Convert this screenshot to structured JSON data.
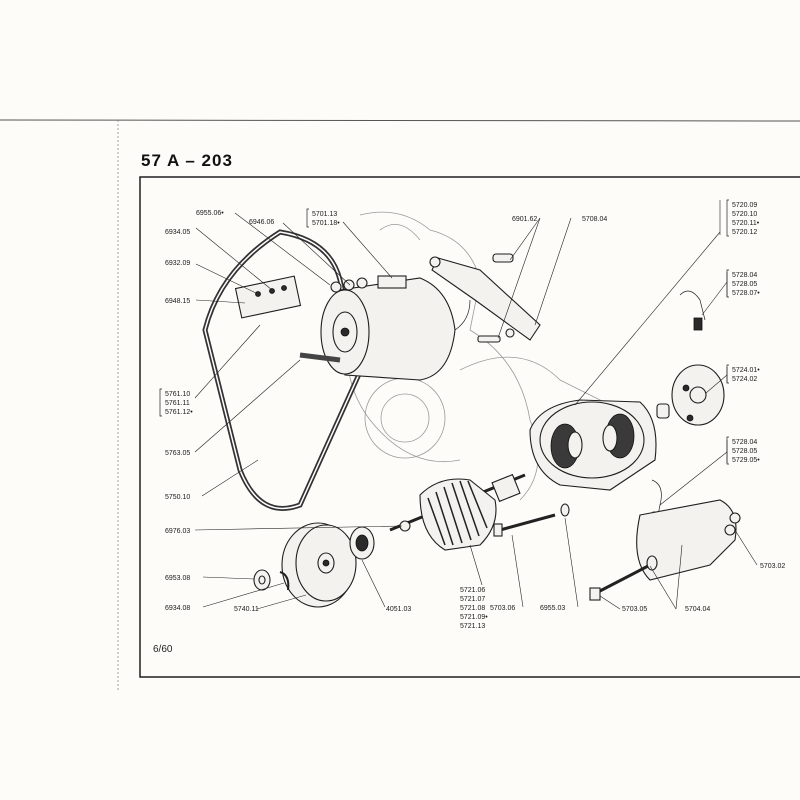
{
  "header": {
    "title": "57 A – 203",
    "page": "6/60"
  },
  "parts": {
    "p6955_06": "6955.06•",
    "p6946_06": "6946.06",
    "p5701_13": "5701.13",
    "p5701_18": "5701.18•",
    "p6934_05": "6934.05",
    "p6932_09": "6932.09",
    "p6948_15": "6948.15",
    "p5761_10": "5761.10",
    "p5761_11": "5761.11",
    "p5761_12": "5761.12•",
    "p5763_05": "5763.05",
    "p5750_10": "5750.10",
    "p6976_03": "6976.03",
    "p6953_08": "6953.08",
    "p6934_08": "6934.08",
    "p5740_11": "5740.11",
    "p4051_03": "4051.03",
    "p6901_62": "6901.62",
    "p5708_04": "5708.04",
    "p5720_09": "5720.09",
    "p5720_10": "5720.10",
    "p5720_11": "5720.11•",
    "p5720_12": "5720.12",
    "p5728_04a": "5728.04",
    "p5728_05a": "5728.05",
    "p5728_07": "5728.07•",
    "p5724_01": "5724.01•",
    "p5724_02": "5724.02",
    "p5728_04b": "5728.04",
    "p5728_05b": "5728.05",
    "p5729_05": "5729.05•",
    "p5703_02": "5703.02",
    "p5721_06": "5721.06",
    "p5721_07": "5721.07",
    "p5721_08": "5721.08",
    "p5721_09": "5721.09•",
    "p5721_13": "5721.13",
    "p5703_06": "5703.06",
    "p6955_03": "6955.03",
    "p5703_05": "5703.05",
    "p5704_04": "5704.04"
  }
}
